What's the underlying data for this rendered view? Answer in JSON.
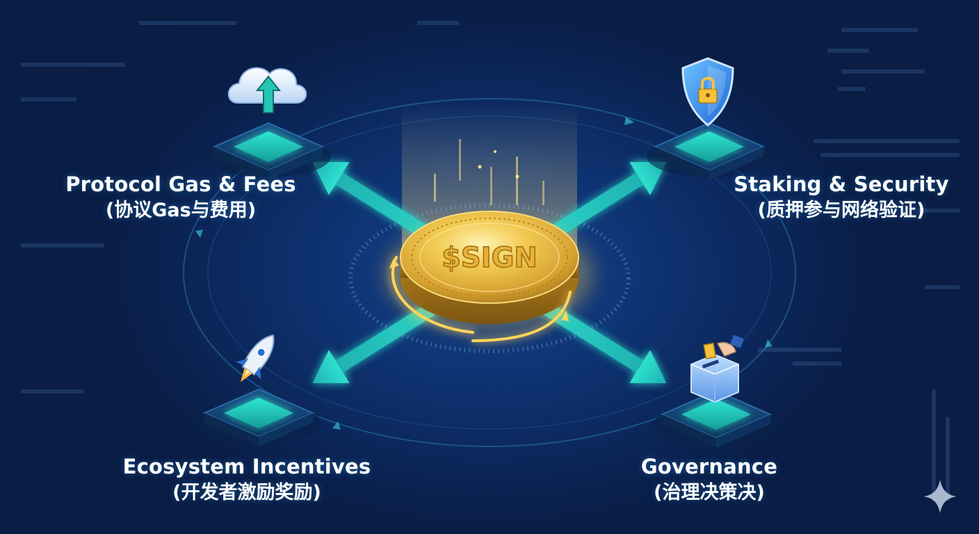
{
  "coin": {
    "label": "$SIGN"
  },
  "nodes": [
    {
      "id": "protocol",
      "label_en": "Protocol Gas & Fees",
      "label_zh": "(协议Gas与费用)",
      "icon": "cloud-upload-icon"
    },
    {
      "id": "staking",
      "label_en": "Staking & Security",
      "label_zh": "(质押参与网络验证)",
      "icon": "shield-lock-icon"
    },
    {
      "id": "ecosystem",
      "label_en": "Ecosystem Incentives",
      "label_zh": "(开发者激励奖励)",
      "icon": "rocket-icon"
    },
    {
      "id": "governance",
      "label_en": "Governance",
      "label_zh": "(治理决策决)",
      "icon": "ballot-box-icon"
    }
  ],
  "colors": {
    "background": "#0b2658",
    "arrow": "#2fd3c6",
    "coin_gold": "#e7b941",
    "coin_dark": "#b8861f",
    "platform": "#123a6e",
    "platform_glow": "#1fd6c2"
  },
  "decor": {
    "corner_icon": "sparkle-icon"
  }
}
